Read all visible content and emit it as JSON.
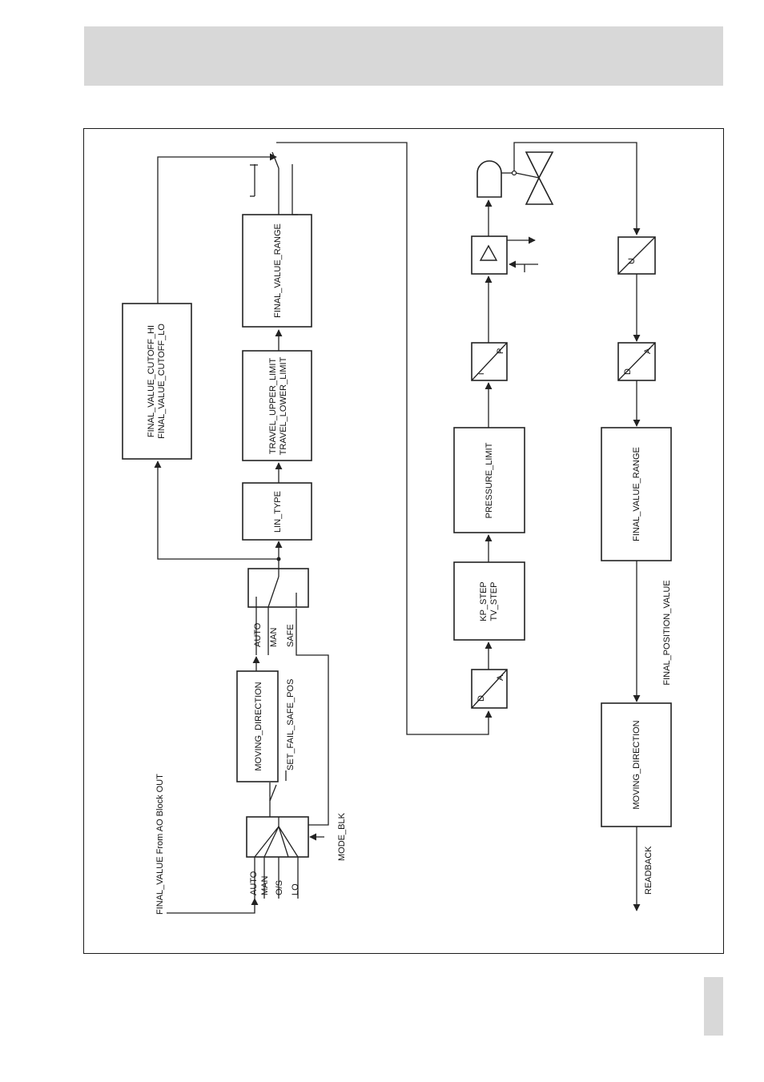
{
  "page": {
    "header_color": "#d8d8d8",
    "border_color": "#1a1a1a"
  },
  "diagram": {
    "input_label": "FINAL_VALUE  From AO Block OUT",
    "mode_selector": {
      "inputs": [
        "AUTO",
        "MAN",
        "O/S",
        "LO"
      ],
      "mode_input": "MODE_BLK"
    },
    "moving_direction_top": "MOVING_DIRECTION",
    "set_fail_safe_pos": "SET_FAIL_SAFE_POS",
    "mode_switch2": {
      "inputs": [
        "AUTO",
        "MAN",
        "SAFE"
      ]
    },
    "lin_type": "LIN_TYPE",
    "travel_limits": [
      "TRAVEL_UPPER_LIMIT",
      "TRAVEL_LOWER_LIMIT"
    ],
    "final_value_range_top": "FINAL_VALUE_RANGE",
    "cutoff": [
      "FINAL_VALUE_CUTOFF_HI",
      "FINAL_VALUE_CUTOFF_LO"
    ],
    "da_converter_1": {
      "top": "D",
      "bottom": "A"
    },
    "kp_tv_step": [
      "KP_STEP",
      "TV_STEP"
    ],
    "pressure_limit": "PRESSURE_LIMIT",
    "ip_converter": {
      "top": "i",
      "bottom": "P"
    },
    "u_converter": {
      "label": "U"
    },
    "da_converter_2": {
      "top": "D",
      "bottom": "A"
    },
    "final_value_range_bottom": "FINAL_VALUE_RANGE",
    "final_position_value": "FINAL_POSITION_VALUE",
    "moving_direction_bottom": "MOVING_DIRECTION",
    "readback": "READBACK"
  }
}
